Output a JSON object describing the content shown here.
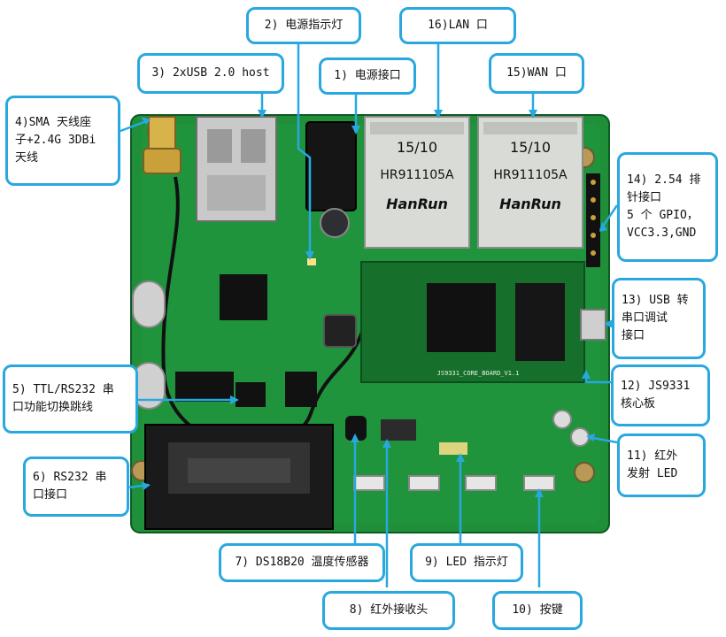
{
  "image": "Annotated photo of a green development board (JS9331 core board) with numbered callouts",
  "colors": {
    "callout_border": "#29a8e0",
    "leader_line": "#29a8e0",
    "pcb_green": "#1f8f3a",
    "pcb_dark": "#16702c",
    "rj45_body": "#d9dcd6"
  },
  "callouts": {
    "c1": "1) 电源接口",
    "c2": "2) 电源指示灯",
    "c3": "3) 2xUSB 2.0 host",
    "c4": "4)SMA 天线座\n子+2.4G 3DBi\n天线",
    "c5": "5) TTL/RS232 串\n口功能切换跳线",
    "c6": "6) RS232 串\n口接口",
    "c7": "7) DS18B20 温度传感器",
    "c8": "8) 红外接收头",
    "c9": "9) LED 指示灯",
    "c10": "10) 按键",
    "c11": "11) 红外\n发射 LED",
    "c12": "12) JS9331\n核心板",
    "c13": "13) USB 转\n串口调试\n接口",
    "c14": "14) 2.54 排\n针接口\n5 个 GPIO，\nVCC3.3,GND",
    "c15": "15)WAN 口",
    "c16": "16)LAN 口"
  },
  "board": {
    "rj45_left_label": "15/10",
    "rj45_left_part": "HR911105A",
    "rj45_left_brand": "HanRun",
    "rj45_right_label": "15/10",
    "rj45_right_part": "HR911105A",
    "rj45_right_brand": "HanRun",
    "core_board_silk": "JS9331_CORE_BOARD_V1.1"
  }
}
